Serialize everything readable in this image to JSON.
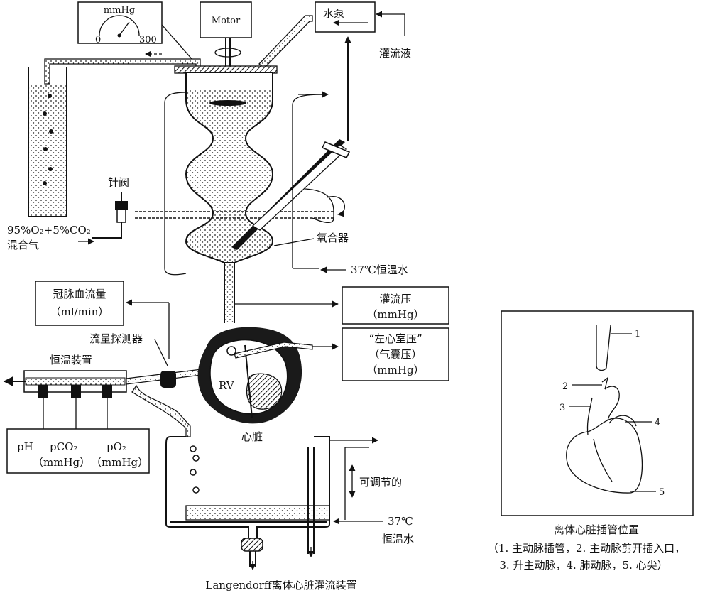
{
  "gauge": {
    "unit": "mmHg",
    "min": "0",
    "max": "300"
  },
  "motor": "Motor",
  "pump": "水泵",
  "perfusate": "灌流液",
  "needle_valve": "针阀",
  "gas_line1": "95%O₂+5%CO₂",
  "gas_line2": "混合气",
  "oxygenator": "氧合器",
  "thermo_water_top": "37℃恒温水",
  "coronary_flow": {
    "line1": "冠脉血流量",
    "line2": "（ml/min）"
  },
  "flow_probe": "流量探测器",
  "thermostat": "恒温装置",
  "perfusion_pressure": {
    "line1": "灌流压",
    "line2": "（mmHg）"
  },
  "lv_pressure": {
    "line1": "“左心室压”",
    "line2": "（气囊压）",
    "line3": "（mmHg）"
  },
  "rv": "RV",
  "heart": "心脏",
  "sensors": {
    "ph": "pH",
    "pco2": "pCO₂",
    "po2": "pO₂",
    "pco2_unit": "（mmHg）",
    "po2_unit": "（mmHg）"
  },
  "adjustable": "可调节的",
  "thermo_water_bottom": {
    "line1": "37℃",
    "line2": "恒温水"
  },
  "caption_main": "Langendorff离体心脏灌流装置",
  "inset": {
    "labels": [
      "1",
      "2",
      "3",
      "4",
      "5"
    ],
    "title": "离体心脏插管位置",
    "legend1": "（1. 主动脉插管，2. 主动脉剪开插入口，",
    "legend2": "3. 升主动脉，4. 肺动脉，5. 心尖）"
  }
}
